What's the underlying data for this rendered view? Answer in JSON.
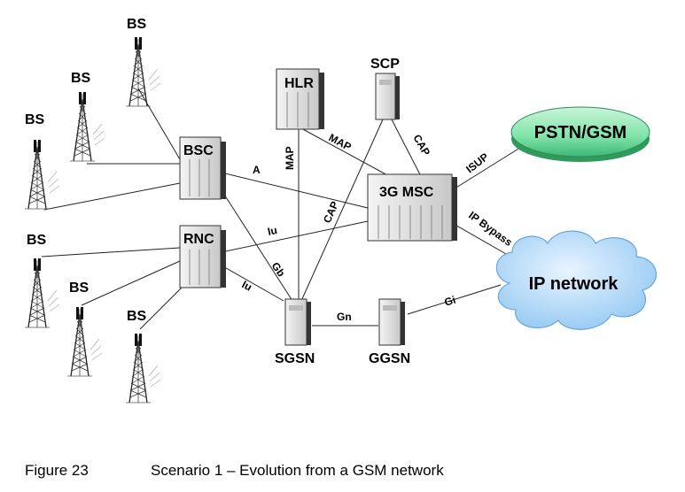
{
  "nodes": {
    "bs": "BS",
    "bsc": "BSC",
    "rnc": "RNC",
    "hlr": "HLR",
    "scp": "SCP",
    "msc": "3G MSC",
    "sgsn": "SGSN",
    "ggsn": "GGSN",
    "pstn": "PSTN/GSM",
    "ipnet": "IP network"
  },
  "links": {
    "a": "A",
    "iu_rnc_msc": "Iu",
    "iu_rnc_sgsn": "Iu",
    "gb": "Gb",
    "map_hlr_msc": "MAP",
    "map_hlr_sgsn": "MAP",
    "cap_scp_sgsn": "CAP",
    "cap_scp_msc": "CAP",
    "isup": "ISUP",
    "ip_bypass": "IP Bypass",
    "gn": "Gn",
    "gi": "Gi"
  },
  "caption": {
    "figure": "Figure 23",
    "title": "Scenario 1 – Evolution from a GSM network"
  }
}
